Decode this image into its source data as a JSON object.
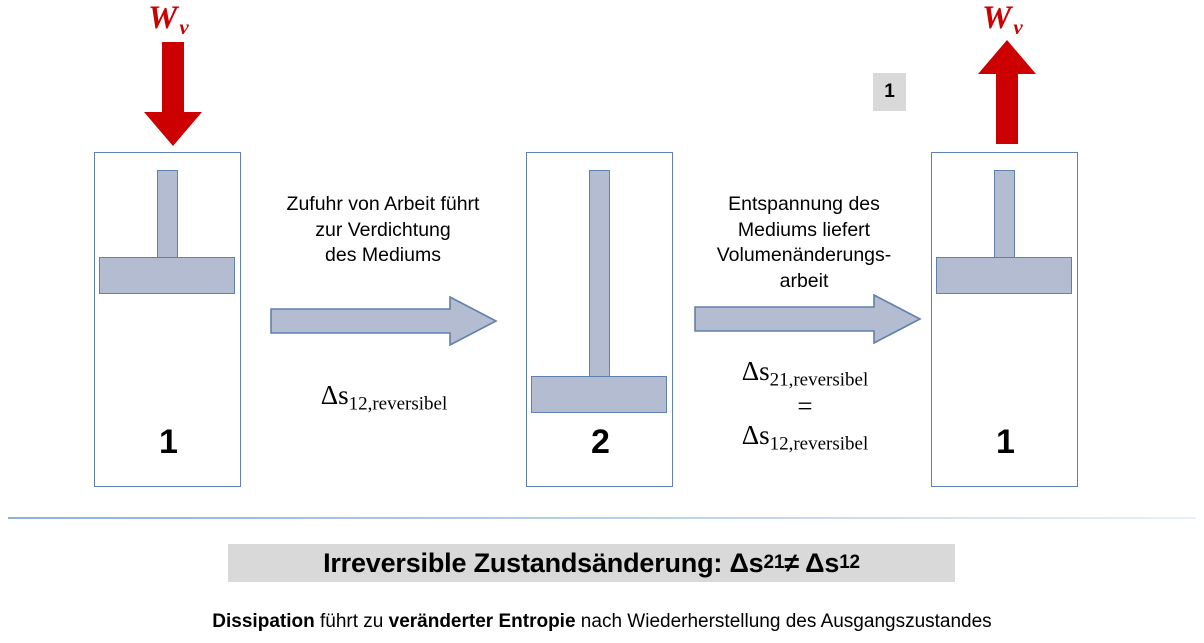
{
  "slide": {
    "badge_number": "1"
  },
  "work_labels": {
    "left": {
      "symbol": "W",
      "subscript": "v"
    },
    "right": {
      "symbol": "W",
      "subscript": "v"
    }
  },
  "arrows": {
    "left_work_direction": "down",
    "right_work_direction": "up",
    "process_arrow_1": "right",
    "process_arrow_2": "right",
    "work_arrow_color": "#CC0000",
    "process_arrow_fill": "#B3BCD0",
    "process_arrow_stroke": "#6080AD"
  },
  "cylinders": [
    {
      "name": "cylinder-state-1-left",
      "state_label": "1",
      "piston_position": "high"
    },
    {
      "name": "cylinder-state-2-middle",
      "state_label": "2",
      "piston_position": "low"
    },
    {
      "name": "cylinder-state-1-right",
      "state_label": "1",
      "piston_position": "high"
    }
  ],
  "steps": [
    {
      "caption": "Zufuhr von Arbeit führt\nzur Verdichtung\ndes Mediums",
      "formula_main": "Δs",
      "formula_sub": "12,reversibel"
    },
    {
      "caption": "Entspannung des\nMediums liefert\nVolumenänderungs-\narbeit",
      "formula_line1_main": "Δs",
      "formula_line1_sub": "21,reversibel",
      "formula_equals": "=",
      "formula_line2_main": "Δs",
      "formula_line2_sub": "12,reversibel"
    }
  ],
  "banner": {
    "text_before": "Irreversible Zustandsänderung: Δs",
    "sub1": "21",
    "middle": "  ≠  Δs",
    "sub2": "12",
    "background": "#D9D9D9"
  },
  "footer": {
    "bold1": "Dissipation",
    "normal1": " führt zu ",
    "bold2": "veränderter Entropie",
    "normal2": " nach Wiederherstellung des Ausgangszustandes"
  }
}
